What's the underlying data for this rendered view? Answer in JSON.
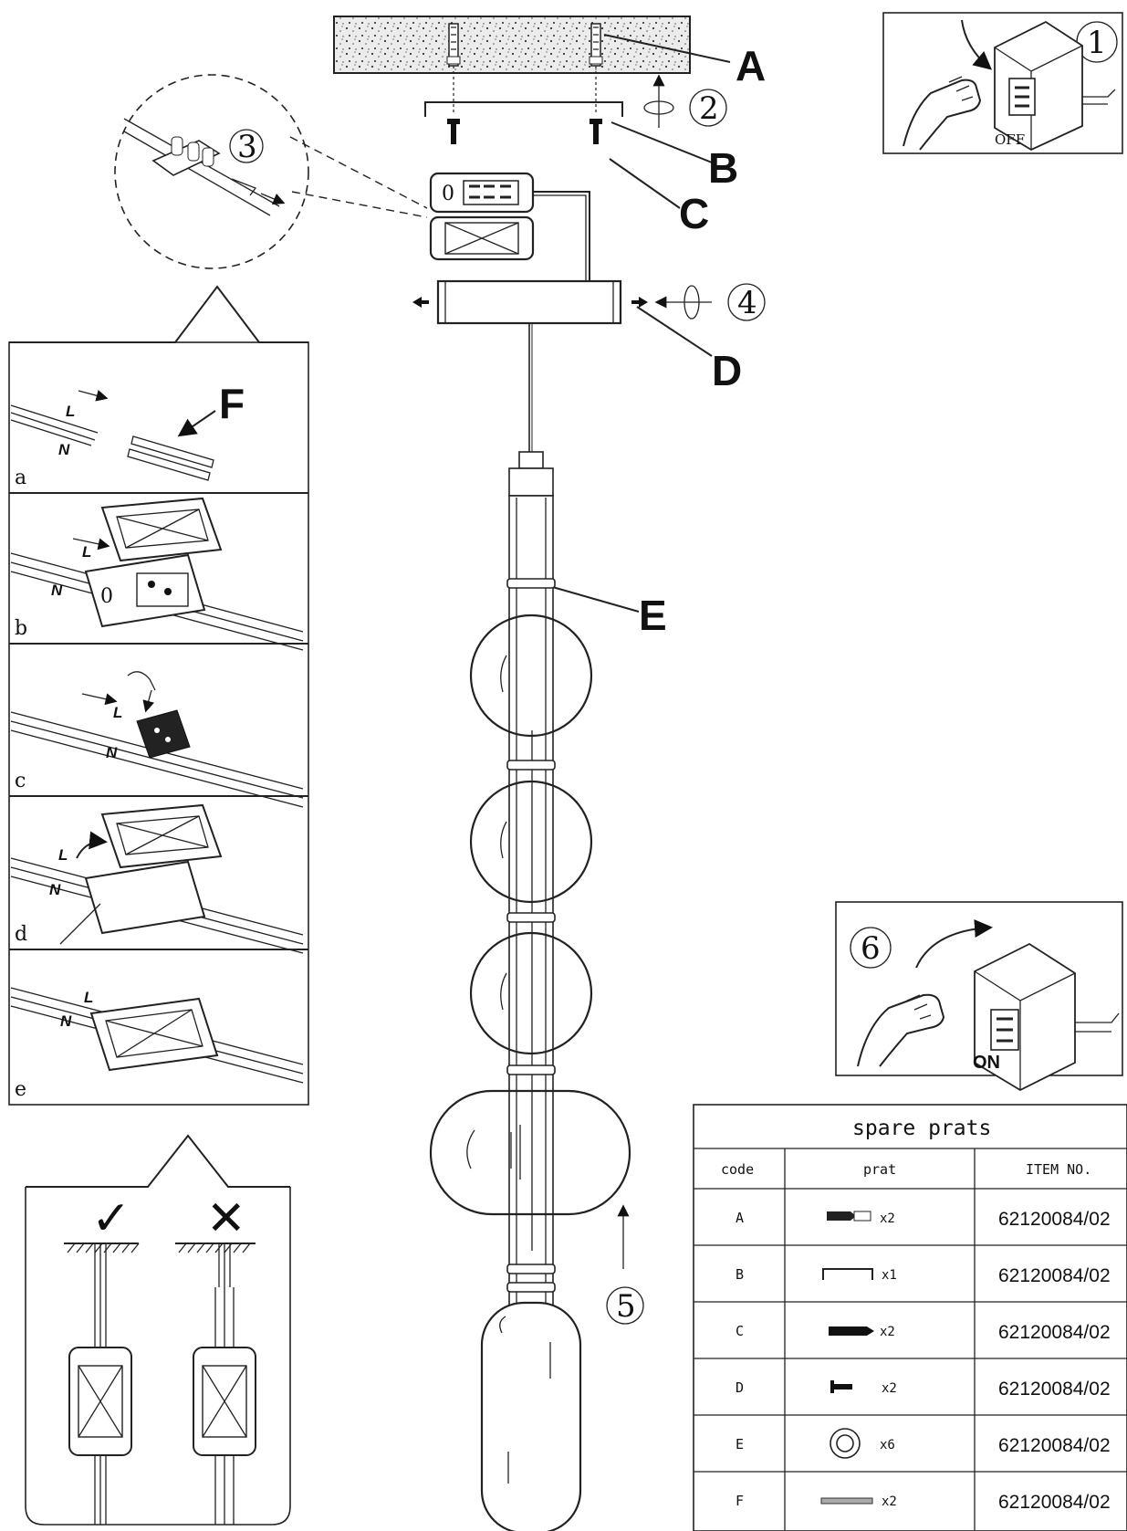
{
  "labels": {
    "A": "A",
    "B": "B",
    "C": "C",
    "D": "D",
    "E": "E",
    "F": "F"
  },
  "steps": {
    "s1": "1",
    "s2": "2",
    "s3": "3",
    "s4": "4",
    "s5": "5",
    "s6": "6"
  },
  "switch_off": "OFF",
  "switch_on": "ON",
  "sub_steps": {
    "a": "a",
    "b": "b",
    "c": "c",
    "d": "d",
    "e": "e"
  },
  "wire_labels": {
    "live": "L",
    "neutral": "N"
  },
  "connector_mark": "0",
  "install_marks": {
    "correct": "✓",
    "wrong": "✕"
  },
  "spare_parts_table": {
    "title": "spare prats",
    "headers": [
      "code",
      "prat",
      "ITEM NO."
    ],
    "rows": [
      {
        "code": "A",
        "qty": "x2",
        "item": "62120084/02",
        "icon": "wall-plug-icon"
      },
      {
        "code": "B",
        "qty": "x1",
        "item": "62120084/02",
        "icon": "bracket-icon"
      },
      {
        "code": "C",
        "qty": "x2",
        "item": "62120084/02",
        "icon": "screw-icon"
      },
      {
        "code": "D",
        "qty": "x2",
        "item": "62120084/02",
        "icon": "end-screw-icon"
      },
      {
        "code": "E",
        "qty": "x6",
        "item": "62120084/02",
        "icon": "ring-icon"
      },
      {
        "code": "F",
        "qty": "x2",
        "item": "62120084/02",
        "icon": "sleeve-icon"
      }
    ]
  }
}
